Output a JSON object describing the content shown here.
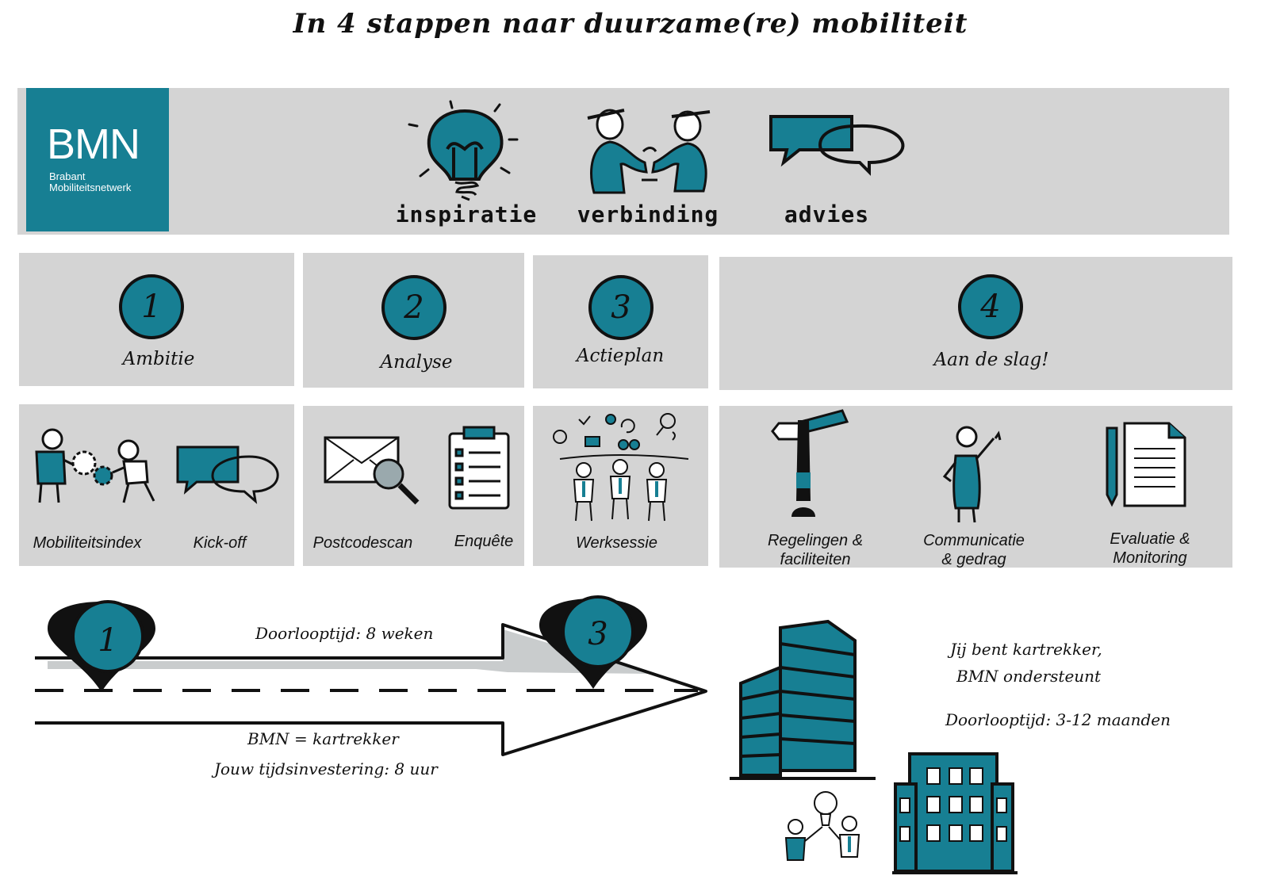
{
  "title": "In 4 stappen naar duurzame(re) mobiliteit",
  "logo": {
    "abbr": "BMN",
    "line1": "Brabant",
    "line2": "Mobiliteitsnetwerk"
  },
  "pillars": [
    "inspiratie",
    "verbinding",
    "advies"
  ],
  "steps": [
    {
      "number": "1",
      "label": "Ambitie"
    },
    {
      "number": "2",
      "label": "Analyse"
    },
    {
      "number": "3",
      "label": "Actieplan"
    },
    {
      "number": "4",
      "label": "Aan de slag!"
    }
  ],
  "tools": {
    "step1": [
      "Mobiliteitsindex",
      "Kick-off"
    ],
    "step2": [
      "Postcodescan",
      "Enquête"
    ],
    "step3": [
      "Werksessie"
    ],
    "step4": [
      "Regelingen &",
      "faciliteiten",
      "Communicatie",
      "& gedrag",
      "Evaluatie &",
      "Monitoring"
    ]
  },
  "timeline": {
    "pin_start": "1",
    "pin_end": "3",
    "duration": "Doorlooptijd: 8 weken",
    "lead": "BMN = kartrekker",
    "investment": "Jouw tijdsinvestering: 8 uur"
  },
  "phase4": {
    "line1": "Jij bent kartrekker,",
    "line2": "BMN ondersteunt",
    "duration": "Doorlooptijd: 3-12 maanden"
  },
  "colors": {
    "accent": "#177f93",
    "panel": "#d4d4d4",
    "ink": "#111111"
  }
}
